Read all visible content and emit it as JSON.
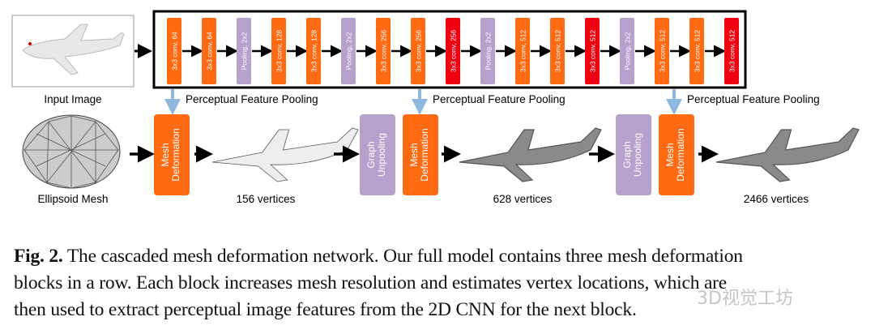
{
  "colors": {
    "conv": "#ff6a13",
    "conv_highlight": "#ee0010",
    "pool": "#b6a0cc",
    "feature_arrow": "#8fb8e0"
  },
  "input": {
    "label": "Input Image"
  },
  "cnn_layers": [
    {
      "label": "3x3 conv, 64",
      "kind": "conv"
    },
    {
      "label": "3x3 conv, 64",
      "kind": "conv"
    },
    {
      "label": "Pooling, 2x2",
      "kind": "pool"
    },
    {
      "label": "3x3 conv, 128",
      "kind": "conv"
    },
    {
      "label": "3x3 conv, 128",
      "kind": "conv"
    },
    {
      "label": "Pooling, 2x2",
      "kind": "pool"
    },
    {
      "label": "3x3 conv, 256",
      "kind": "conv"
    },
    {
      "label": "3x3 conv, 256",
      "kind": "conv"
    },
    {
      "label": "3x3 conv, 256",
      "kind": "conv_highlight"
    },
    {
      "label": "Pooling, 2x2",
      "kind": "pool"
    },
    {
      "label": "3x3 conv, 512",
      "kind": "conv"
    },
    {
      "label": "3x3 conv, 512",
      "kind": "conv"
    },
    {
      "label": "3x3 conv, 512",
      "kind": "conv_highlight"
    },
    {
      "label": "Pooling, 2x2",
      "kind": "pool"
    },
    {
      "label": "3x3 conv, 512",
      "kind": "conv"
    },
    {
      "label": "3x3 conv, 512",
      "kind": "conv"
    },
    {
      "label": "3x3 conv, 512",
      "kind": "conv_highlight"
    }
  ],
  "feature_pooling": [
    "Perceptual Feature Pooling",
    "Perceptual Feature Pooling",
    "Perceptual Feature Pooling"
  ],
  "mesh": {
    "ellipsoid_label": "Ellipsoid Mesh",
    "mesh_deformation": [
      "Mesh",
      "Deformation"
    ],
    "graph_unpooling": [
      "Graph",
      "Unpooling"
    ],
    "stages": [
      "156 vertices",
      "628 vertices",
      "2466 vertices"
    ]
  },
  "caption": {
    "fig": "Fig. 2.",
    "line1": " The cascaded mesh deformation network. Our full model contains three mesh deformation",
    "line2": "blocks in a row. Each block increases mesh resolution and estimates vertex locations, which are",
    "line3": "then used to extract perceptual image features from the 2D CNN for the next block."
  },
  "watermark": "3D视觉工坊"
}
